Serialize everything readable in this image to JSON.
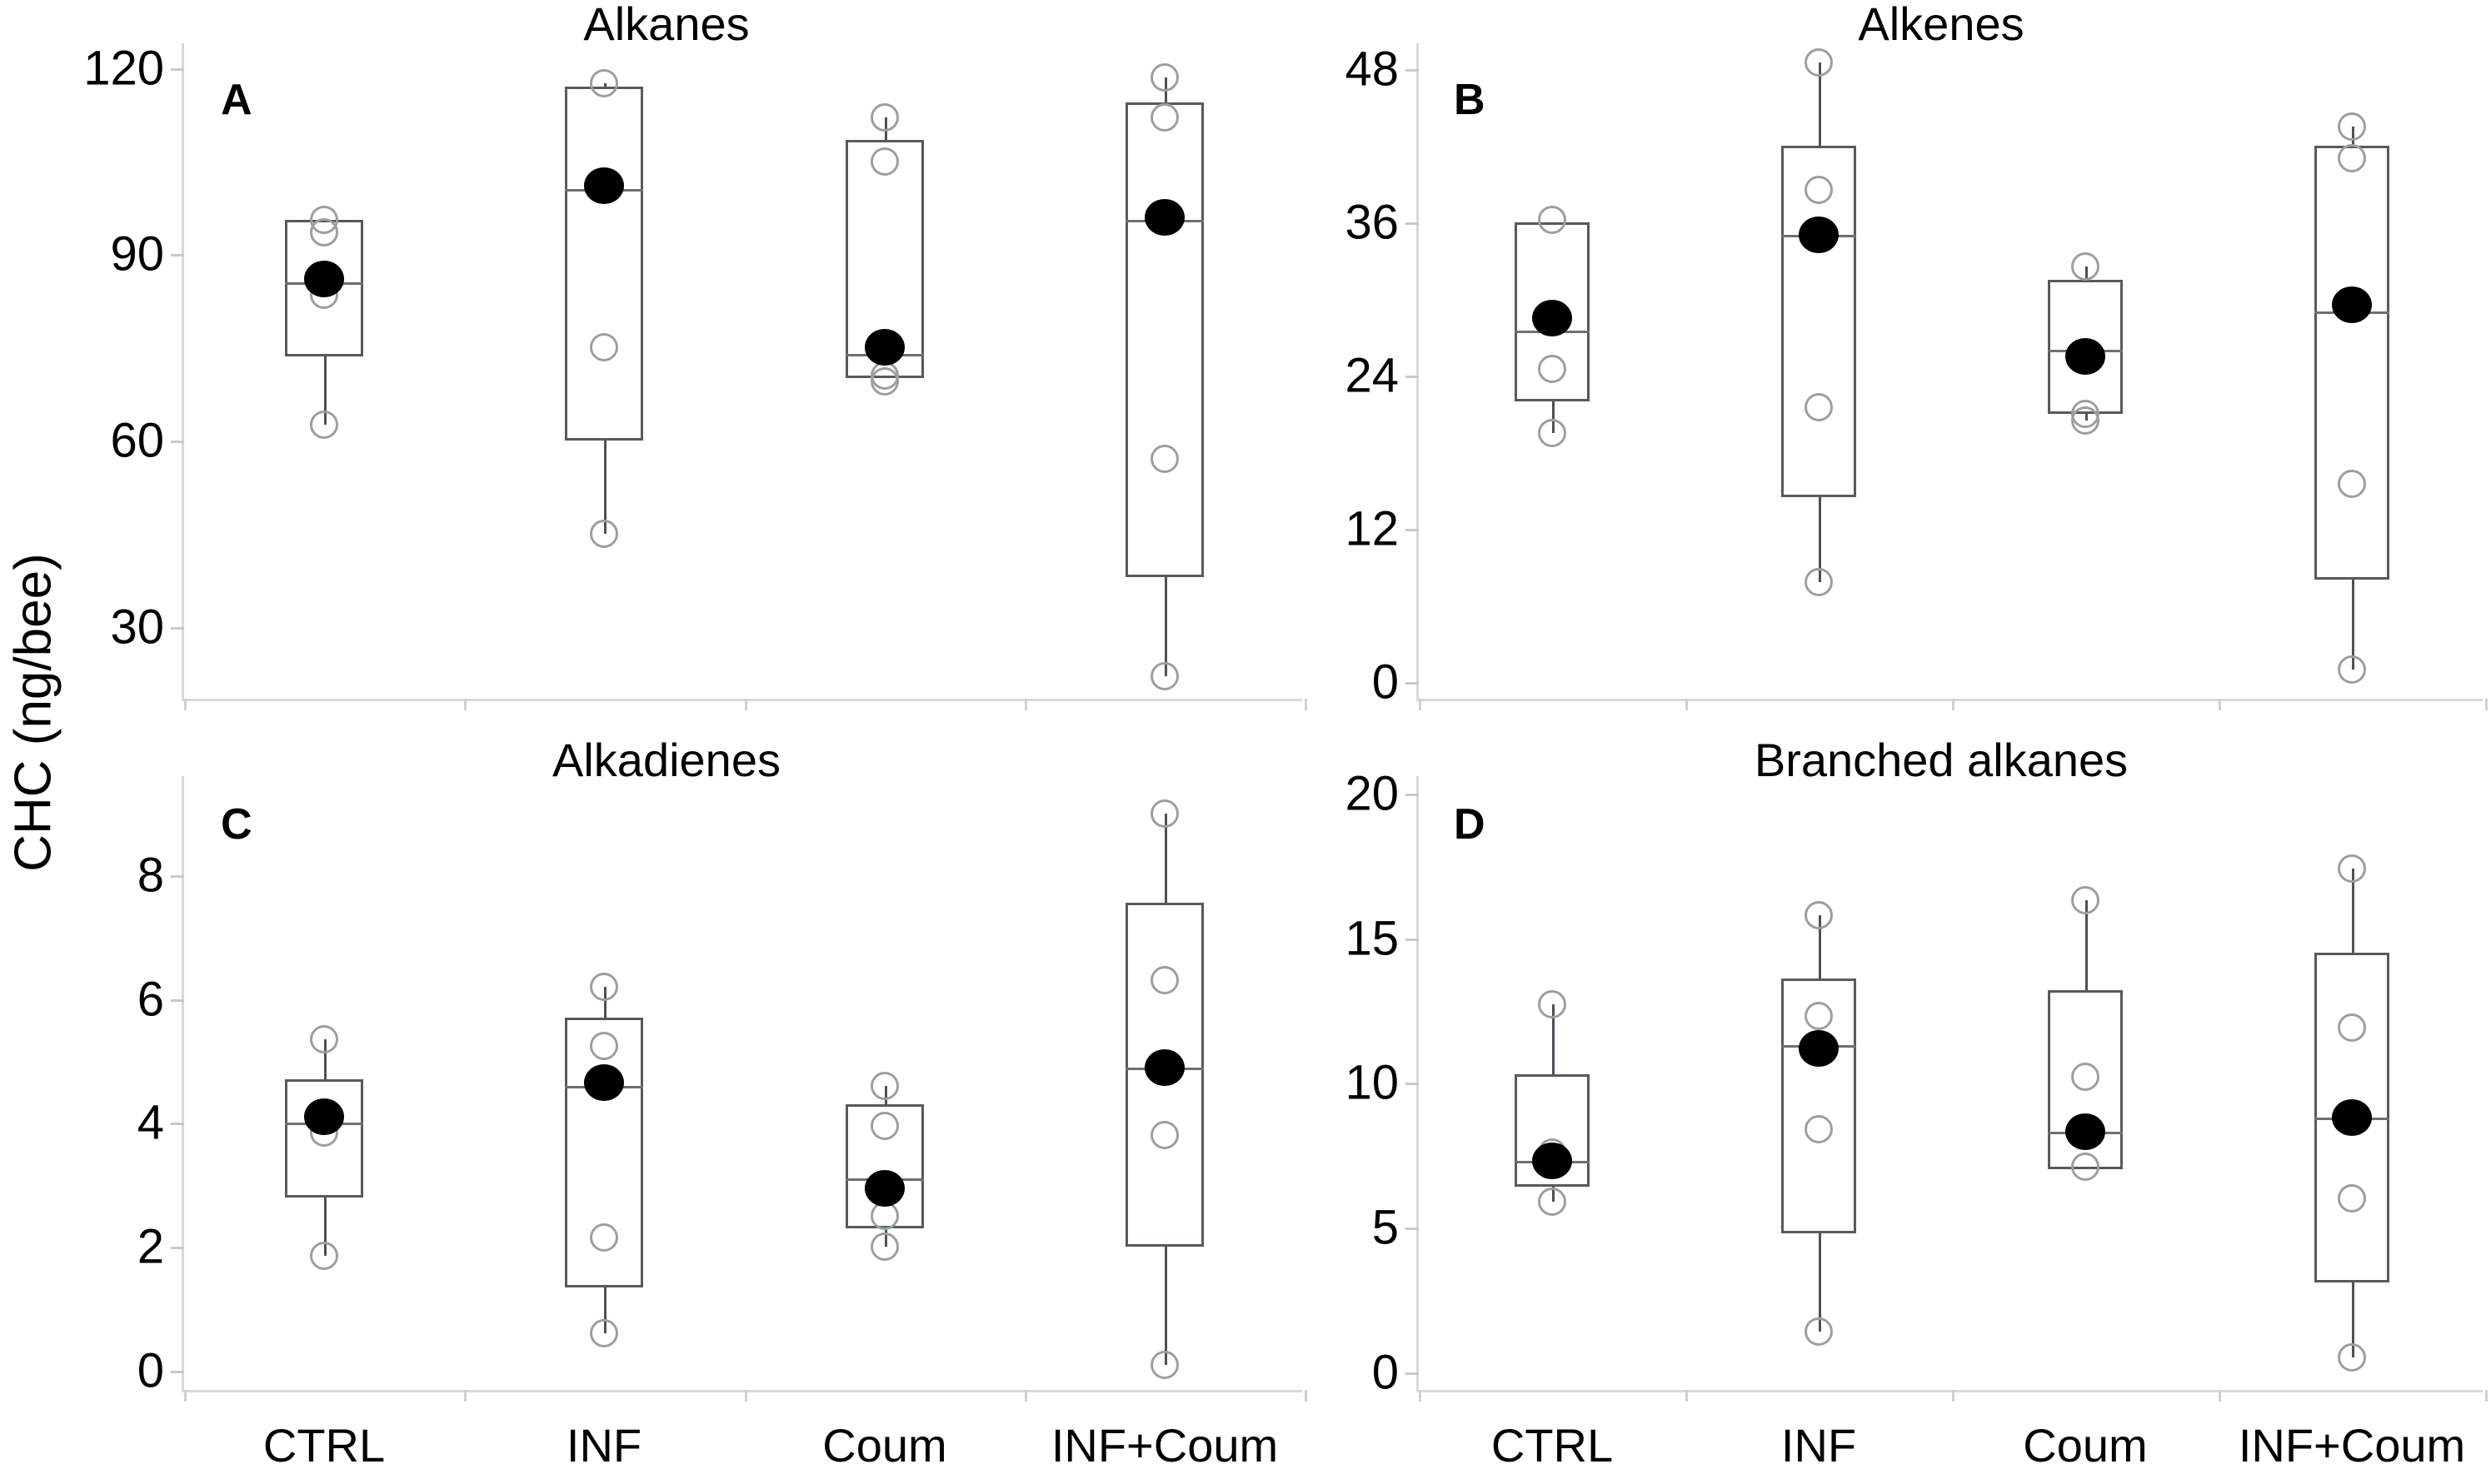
{
  "figure": {
    "ylabel": "CHC (ng/bee)",
    "categories": [
      "CTRL",
      "INF",
      "Coum",
      "INF+Coum"
    ],
    "colors": {
      "box_stroke": "#555a5e",
      "median_stroke": "#6b7073",
      "point_stroke": "#9a9fa2",
      "mean_fill": "#000000",
      "axis": "#d9d9d9"
    }
  },
  "chart_data": [
    {
      "type": "box",
      "panel_label": "A",
      "title": "Alkanes",
      "xlabel": "",
      "ylabel": "CHC (ng/bee)",
      "ylim": [
        18,
        124
      ],
      "yticks": [
        30,
        60,
        90,
        120
      ],
      "ytick_labels": [
        "30",
        "60",
        "90",
        "120"
      ],
      "grid": false,
      "categories": [
        "CTRL",
        "INF",
        "Coum",
        "INF+Coum"
      ],
      "boxes": [
        {
          "category": "CTRL",
          "whisker_low": 62.5,
          "q1": 73.5,
          "median": 85.5,
          "q3": 95.5,
          "whisker_high": 95.5,
          "mean": 86.0,
          "points": [
            95.5,
            93.5,
            83.5,
            62.5
          ]
        },
        {
          "category": "INF",
          "whisker_low": 45.0,
          "q1": 60.0,
          "median": 100.5,
          "q3": 117.0,
          "whisker_high": 117.5,
          "mean": 101.0,
          "points": [
            117.5,
            75.0,
            45.0
          ]
        },
        {
          "category": "Coum",
          "whisker_low": 70.0,
          "q1": 70.0,
          "median": 74.0,
          "q3": 108.5,
          "whisker_high": 112.0,
          "mean": 75.0,
          "points": [
            112.0,
            105.0,
            70.5,
            69.5
          ]
        },
        {
          "category": "INF+Coum",
          "whisker_low": 22.0,
          "q1": 38.0,
          "median": 95.5,
          "q3": 114.5,
          "whisker_high": 118.5,
          "mean": 96.0,
          "points": [
            118.5,
            112.0,
            57.0,
            22.0
          ]
        }
      ]
    },
    {
      "type": "box",
      "panel_label": "B",
      "title": "Alkenes",
      "xlabel": "",
      "ylabel": "CHC (ng/bee)",
      "ylim": [
        -1.5,
        50
      ],
      "yticks": [
        0,
        12,
        24,
        36,
        48
      ],
      "ytick_labels": [
        "0",
        "12",
        "24",
        "36",
        "48"
      ],
      "grid": false,
      "categories": [
        "CTRL",
        "INF",
        "Coum",
        "INF+Coum"
      ],
      "boxes": [
        {
          "category": "CTRL",
          "whisker_low": 19.5,
          "q1": 22.0,
          "median": 27.5,
          "q3": 36.0,
          "whisker_high": 36.0,
          "mean": 28.5,
          "points": [
            36.2,
            24.5,
            19.5
          ]
        },
        {
          "category": "INF",
          "whisker_low": 7.8,
          "q1": 14.5,
          "median": 35.0,
          "q3": 42.0,
          "whisker_high": 48.5,
          "mean": 35.0,
          "points": [
            48.5,
            38.5,
            21.5,
            7.8
          ]
        },
        {
          "category": "Coum",
          "whisker_low": 20.5,
          "q1": 21.0,
          "median": 26.0,
          "q3": 31.5,
          "whisker_high": 32.5,
          "mean": 25.5,
          "points": [
            32.5,
            21.0,
            20.5
          ]
        },
        {
          "category": "INF+Coum",
          "whisker_low": 1.0,
          "q1": 8.0,
          "median": 29.0,
          "q3": 42.0,
          "whisker_high": 43.5,
          "mean": 29.5,
          "points": [
            43.5,
            41.0,
            15.5,
            1.0
          ]
        }
      ]
    },
    {
      "type": "box",
      "panel_label": "C",
      "title": "Alkadienes",
      "xlabel": "",
      "ylabel": "CHC (ng/bee)",
      "ylim": [
        -0.35,
        9.6
      ],
      "yticks": [
        0,
        2,
        4,
        6,
        8
      ],
      "ytick_labels": [
        "0",
        "2",
        "4",
        "6",
        "8"
      ],
      "grid": false,
      "categories": [
        "CTRL",
        "INF",
        "Coum",
        "INF+Coum"
      ],
      "boxes": [
        {
          "category": "CTRL",
          "whisker_low": 1.85,
          "q1": 2.8,
          "median": 4.0,
          "q3": 4.7,
          "whisker_high": 5.35,
          "mean": 4.1,
          "points": [
            5.35,
            4.05,
            3.85,
            1.85
          ]
        },
        {
          "category": "INF",
          "whisker_low": 0.6,
          "q1": 1.35,
          "median": 4.6,
          "q3": 5.7,
          "whisker_high": 6.2,
          "mean": 4.65,
          "points": [
            6.2,
            5.25,
            2.15,
            0.6
          ]
        },
        {
          "category": "Coum",
          "whisker_low": 2.0,
          "q1": 2.3,
          "median": 3.1,
          "q3": 4.3,
          "whisker_high": 4.6,
          "mean": 2.95,
          "points": [
            4.6,
            3.95,
            2.5,
            2.0
          ]
        },
        {
          "category": "INF+Coum",
          "whisker_low": 0.1,
          "q1": 2.0,
          "median": 4.9,
          "q3": 7.55,
          "whisker_high": 9.0,
          "mean": 4.9,
          "points": [
            9.0,
            6.3,
            3.8,
            0.1
          ]
        }
      ]
    },
    {
      "type": "box",
      "panel_label": "D",
      "title": "Branched alkanes",
      "xlabel": "",
      "ylabel": "CHC (ng/bee)",
      "ylim": [
        -0.7,
        20.6
      ],
      "yticks": [
        0,
        5,
        10,
        15,
        20
      ],
      "ytick_labels": [
        "0",
        "5",
        "10",
        "15",
        "20"
      ],
      "grid": false,
      "categories": [
        "CTRL",
        "INF",
        "Coum",
        "INF+Coum"
      ],
      "boxes": [
        {
          "category": "CTRL",
          "whisker_low": 5.9,
          "q1": 6.4,
          "median": 7.3,
          "q3": 10.3,
          "whisker_high": 12.7,
          "mean": 7.3,
          "points": [
            12.7,
            7.6,
            5.9
          ]
        },
        {
          "category": "INF",
          "whisker_low": 1.4,
          "q1": 4.8,
          "median": 11.3,
          "q3": 13.6,
          "whisker_high": 15.8,
          "mean": 11.2,
          "points": [
            15.8,
            12.3,
            8.4,
            1.4
          ]
        },
        {
          "category": "Coum",
          "whisker_low": 7.0,
          "q1": 7.0,
          "median": 8.3,
          "q3": 13.2,
          "whisker_high": 16.3,
          "mean": 8.3,
          "points": [
            16.3,
            10.2,
            7.1
          ]
        },
        {
          "category": "INF+Coum",
          "whisker_low": 0.5,
          "q1": 3.1,
          "median": 8.8,
          "q3": 14.5,
          "whisker_high": 17.4,
          "mean": 8.8,
          "points": [
            17.4,
            11.9,
            6.0,
            0.5
          ]
        }
      ]
    }
  ]
}
